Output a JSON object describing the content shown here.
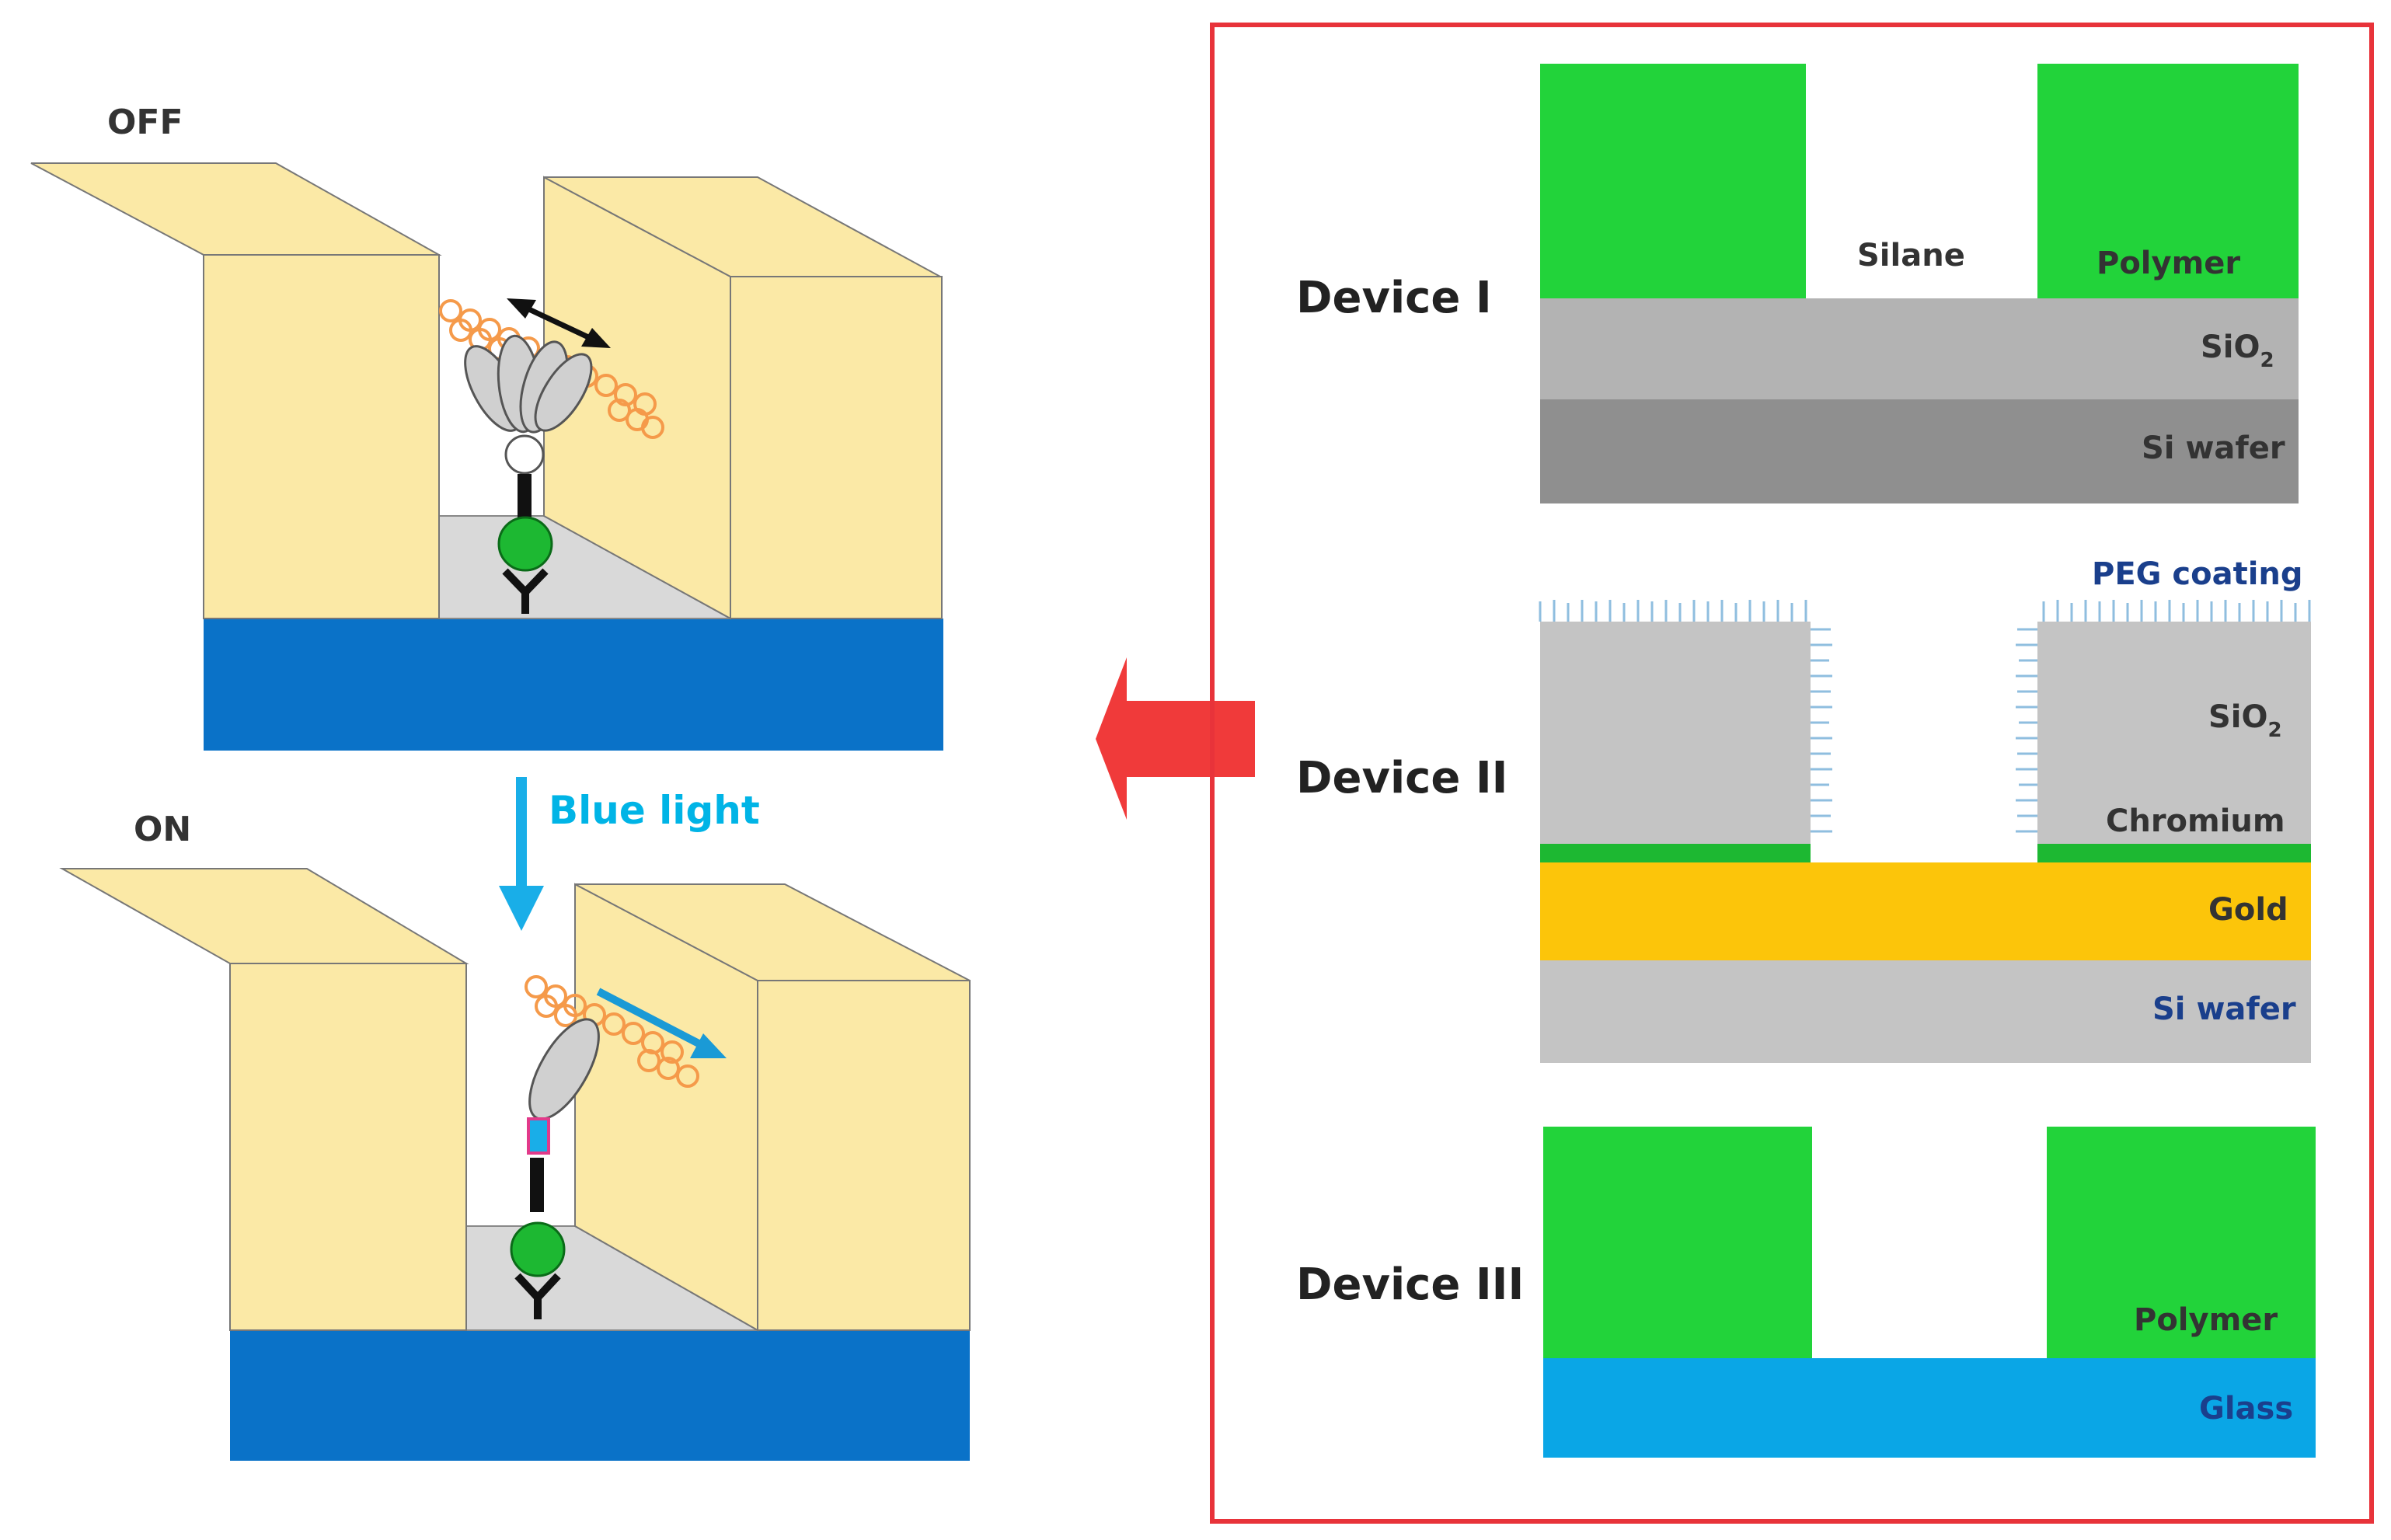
{
  "left_panel": {
    "off_label": "OFF",
    "on_label": "ON",
    "stimulus_label": "Blue light"
  },
  "right_panel": {
    "device_1": {
      "name": "Device I",
      "silane": "Silane",
      "polymer": "Polymer",
      "sio2_main": "SiO",
      "sio2_sub": "2",
      "si_wafer": "Si wafer"
    },
    "device_2": {
      "name": "Device II",
      "peg": "PEG coating",
      "sio2_main": "SiO",
      "sio2_sub": "2",
      "chromium": "Chromium",
      "gold": "Gold",
      "si_wafer": "Si wafer"
    },
    "device_3": {
      "name": "Device III",
      "polymer": "Polymer",
      "glass": "Glass"
    }
  },
  "colors": {
    "frame_red": "#e8333a",
    "arrow_red": "#f03a3a",
    "polymer_green": "#22d33a",
    "channel_yellow": "#fbe9a6",
    "substrate_blue": "#0a72c8",
    "gold": "#fcc50a",
    "glass": "#0aa6e6",
    "silicon_gray": "#bdbdbd"
  }
}
